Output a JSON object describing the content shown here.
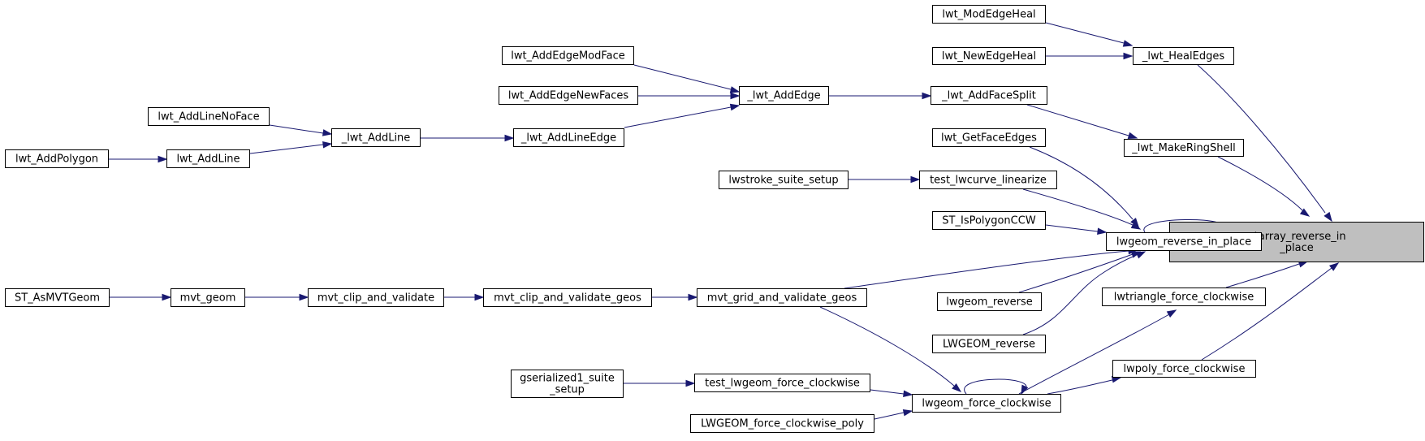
{
  "graph": {
    "nodes": [
      {
        "id": "ptarray_reverse_in_place",
        "lines": [
          "ptarray_reverse_in",
          "_place"
        ],
        "highlight": true
      },
      {
        "id": "_lwt_HealEdges",
        "lines": [
          "_lwt_HealEdges"
        ]
      },
      {
        "id": "_lwt_MakeRingShell",
        "lines": [
          "_lwt_MakeRingShell"
        ]
      },
      {
        "id": "lwgeom_reverse_in_place",
        "lines": [
          "lwgeom_reverse_in_place"
        ]
      },
      {
        "id": "lwtriangle_force_clockwise",
        "lines": [
          "lwtriangle_force_clockwise"
        ]
      },
      {
        "id": "lwpoly_force_clockwise",
        "lines": [
          "lwpoly_force_clockwise"
        ]
      },
      {
        "id": "lwt_ModEdgeHeal",
        "lines": [
          "lwt_ModEdgeHeal"
        ]
      },
      {
        "id": "lwt_NewEdgeHeal",
        "lines": [
          "lwt_NewEdgeHeal"
        ]
      },
      {
        "id": "_lwt_AddFaceSplit",
        "lines": [
          "_lwt_AddFaceSplit"
        ]
      },
      {
        "id": "_lwt_AddEdge",
        "lines": [
          "_lwt_AddEdge"
        ]
      },
      {
        "id": "lwt_AddEdgeModFace",
        "lines": [
          "lwt_AddEdgeModFace"
        ]
      },
      {
        "id": "lwt_AddEdgeNewFaces",
        "lines": [
          "lwt_AddEdgeNewFaces"
        ]
      },
      {
        "id": "_lwt_AddLineEdge",
        "lines": [
          "_lwt_AddLineEdge"
        ]
      },
      {
        "id": "_lwt_AddLine",
        "lines": [
          "_lwt_AddLine"
        ]
      },
      {
        "id": "lwt_AddLineNoFace",
        "lines": [
          "lwt_AddLineNoFace"
        ]
      },
      {
        "id": "lwt_AddLine",
        "lines": [
          "lwt_AddLine"
        ]
      },
      {
        "id": "lwt_AddPolygon",
        "lines": [
          "lwt_AddPolygon"
        ]
      },
      {
        "id": "lwt_GetFaceEdges",
        "lines": [
          "lwt_GetFaceEdges"
        ]
      },
      {
        "id": "test_lwcurve_linearize",
        "lines": [
          "test_lwcurve_linearize"
        ]
      },
      {
        "id": "lwstroke_suite_setup",
        "lines": [
          "lwstroke_suite_setup"
        ]
      },
      {
        "id": "ST_IsPolygonCCW",
        "lines": [
          "ST_IsPolygonCCW"
        ]
      },
      {
        "id": "mvt_grid_and_validate_geos",
        "lines": [
          "mvt_grid_and_validate_geos"
        ]
      },
      {
        "id": "mvt_clip_and_validate_geos",
        "lines": [
          "mvt_clip_and_validate_geos"
        ]
      },
      {
        "id": "mvt_clip_and_validate",
        "lines": [
          "mvt_clip_and_validate"
        ]
      },
      {
        "id": "mvt_geom",
        "lines": [
          "mvt_geom"
        ]
      },
      {
        "id": "ST_AsMVTGeom",
        "lines": [
          "ST_AsMVTGeom"
        ]
      },
      {
        "id": "lwgeom_reverse",
        "lines": [
          "lwgeom_reverse"
        ]
      },
      {
        "id": "LWGEOM_reverse",
        "lines": [
          "LWGEOM_reverse"
        ]
      },
      {
        "id": "lwgeom_force_clockwise",
        "lines": [
          "lwgeom_force_clockwise"
        ]
      },
      {
        "id": "test_lwgeom_force_clockwise",
        "lines": [
          "test_lwgeom_force_clockwise"
        ]
      },
      {
        "id": "gserialized1_suite_setup",
        "lines": [
          "gserialized1_suite",
          "_setup"
        ]
      },
      {
        "id": "LWGEOM_force_clockwise_poly",
        "lines": [
          "LWGEOM_force_clockwise_poly"
        ]
      }
    ],
    "edges": [
      {
        "from": "_lwt_HealEdges",
        "to": "ptarray_reverse_in_place"
      },
      {
        "from": "_lwt_MakeRingShell",
        "to": "ptarray_reverse_in_place"
      },
      {
        "from": "lwgeom_reverse_in_place",
        "to": "ptarray_reverse_in_place"
      },
      {
        "from": "lwtriangle_force_clockwise",
        "to": "ptarray_reverse_in_place"
      },
      {
        "from": "lwpoly_force_clockwise",
        "to": "ptarray_reverse_in_place"
      },
      {
        "from": "lwt_ModEdgeHeal",
        "to": "_lwt_HealEdges"
      },
      {
        "from": "lwt_NewEdgeHeal",
        "to": "_lwt_HealEdges"
      },
      {
        "from": "_lwt_AddFaceSplit",
        "to": "_lwt_MakeRingShell"
      },
      {
        "from": "_lwt_AddEdge",
        "to": "_lwt_AddFaceSplit"
      },
      {
        "from": "lwt_AddEdgeModFace",
        "to": "_lwt_AddEdge"
      },
      {
        "from": "lwt_AddEdgeNewFaces",
        "to": "_lwt_AddEdge"
      },
      {
        "from": "_lwt_AddLineEdge",
        "to": "_lwt_AddEdge"
      },
      {
        "from": "_lwt_AddLine",
        "to": "_lwt_AddLineEdge"
      },
      {
        "from": "lwt_AddLineNoFace",
        "to": "_lwt_AddLine"
      },
      {
        "from": "lwt_AddLine",
        "to": "_lwt_AddLine"
      },
      {
        "from": "lwt_AddPolygon",
        "to": "lwt_AddLine"
      },
      {
        "from": "lwt_GetFaceEdges",
        "to": "lwgeom_reverse_in_place"
      },
      {
        "from": "test_lwcurve_linearize",
        "to": "lwgeom_reverse_in_place"
      },
      {
        "from": "lwstroke_suite_setup",
        "to": "test_lwcurve_linearize"
      },
      {
        "from": "ST_IsPolygonCCW",
        "to": "lwgeom_reverse_in_place"
      },
      {
        "from": "lwgeom_reverse_in_place",
        "to": "lwgeom_reverse_in_place"
      },
      {
        "from": "mvt_grid_and_validate_geos",
        "to": "lwgeom_reverse_in_place"
      },
      {
        "from": "lwgeom_reverse",
        "to": "lwgeom_reverse_in_place"
      },
      {
        "from": "LWGEOM_reverse",
        "to": "lwgeom_reverse_in_place"
      },
      {
        "from": "mvt_clip_and_validate_geos",
        "to": "mvt_grid_and_validate_geos"
      },
      {
        "from": "mvt_clip_and_validate",
        "to": "mvt_clip_and_validate_geos"
      },
      {
        "from": "mvt_geom",
        "to": "mvt_clip_and_validate"
      },
      {
        "from": "ST_AsMVTGeom",
        "to": "mvt_geom"
      },
      {
        "from": "lwgeom_force_clockwise",
        "to": "lwtriangle_force_clockwise"
      },
      {
        "from": "lwgeom_force_clockwise",
        "to": "lwpoly_force_clockwise"
      },
      {
        "from": "mvt_grid_and_validate_geos",
        "to": "lwgeom_force_clockwise"
      },
      {
        "from": "lwgeom_force_clockwise",
        "to": "lwgeom_force_clockwise"
      },
      {
        "from": "test_lwgeom_force_clockwise",
        "to": "lwgeom_force_clockwise"
      },
      {
        "from": "gserialized1_suite_setup",
        "to": "test_lwgeom_force_clockwise"
      },
      {
        "from": "LWGEOM_force_clockwise_poly",
        "to": "lwgeom_force_clockwise"
      }
    ]
  }
}
